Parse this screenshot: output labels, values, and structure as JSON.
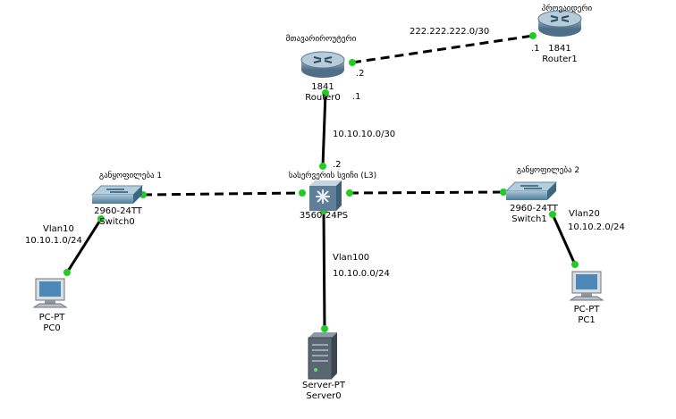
{
  "colors": {
    "link": "#000000",
    "port_up": "#22cc22",
    "router_body": "#6f8fa8",
    "switch_body": "#5f8fa6",
    "l3_body": "#7f9fb6",
    "pc_screen": "#4d88b8"
  },
  "links": [
    {
      "from": "Router0",
      "to": "Router1",
      "subnet": "222.222.222.0/30",
      "style": "dashed"
    },
    {
      "from": "Router0",
      "to": "Multilayer",
      "subnet": "10.10.10.0/30",
      "style": "solid"
    },
    {
      "from": "Multilayer",
      "to": "Switch0",
      "subnet": "",
      "style": "dashed"
    },
    {
      "from": "Multilayer",
      "to": "Switch1",
      "subnet": "",
      "style": "dashed"
    },
    {
      "from": "Multilayer",
      "to": "Server0",
      "subnet": "10.10.0.0/24",
      "style": "solid"
    },
    {
      "from": "Switch0",
      "to": "PC0",
      "subnet": "10.10.1.0/24",
      "style": "solid"
    },
    {
      "from": "Switch1",
      "to": "PC1",
      "subnet": "10.10.2.0/24",
      "style": "solid"
    }
  ],
  "devices": {
    "router0": {
      "georgian": "მთავარიროუტერი",
      "model": "1841",
      "name": "Router0",
      "icon": "router-icon"
    },
    "router1": {
      "georgian": "პროვაიდერი",
      "model": "1841",
      "name": "Router1",
      "icon": "router-icon"
    },
    "multilayer": {
      "georgian": "სასერვერის სვიჩი (L3)",
      "model": "3560-24PS",
      "name": "",
      "icon": "multilayer-switch-icon"
    },
    "switch0": {
      "georgian": "განყოფილება 1",
      "model": "2960-24TT",
      "name": "Switch0",
      "icon": "switch-icon"
    },
    "switch1": {
      "georgian": "განყოფილება 2",
      "model": "2960-24TT",
      "name": "Switch1",
      "icon": "switch-icon"
    },
    "pc0": {
      "model": "PC-PT",
      "name": "PC0",
      "icon": "pc-icon"
    },
    "pc1": {
      "model": "PC-PT",
      "name": "PC1",
      "icon": "pc-icon"
    },
    "server0": {
      "model": "Server-PT",
      "name": "Server0",
      "icon": "server-icon"
    }
  },
  "labels": {
    "wan_subnet": "222.222.222.0/30",
    "wan_r1_addr": ".1",
    "wan_r0_addr": ".2",
    "core_subnet": "10.10.10.0/30",
    "core_r0_addr": ".1",
    "core_l3_addr": ".2",
    "vlan10": "Vlan10",
    "vlan10_subnet": "10.10.1.0/24",
    "vlan20": "Vlan20",
    "vlan20_subnet": "10.10.2.0/24",
    "vlan100": "Vlan100",
    "vlan100_subnet": "10.10.0.0/24"
  }
}
